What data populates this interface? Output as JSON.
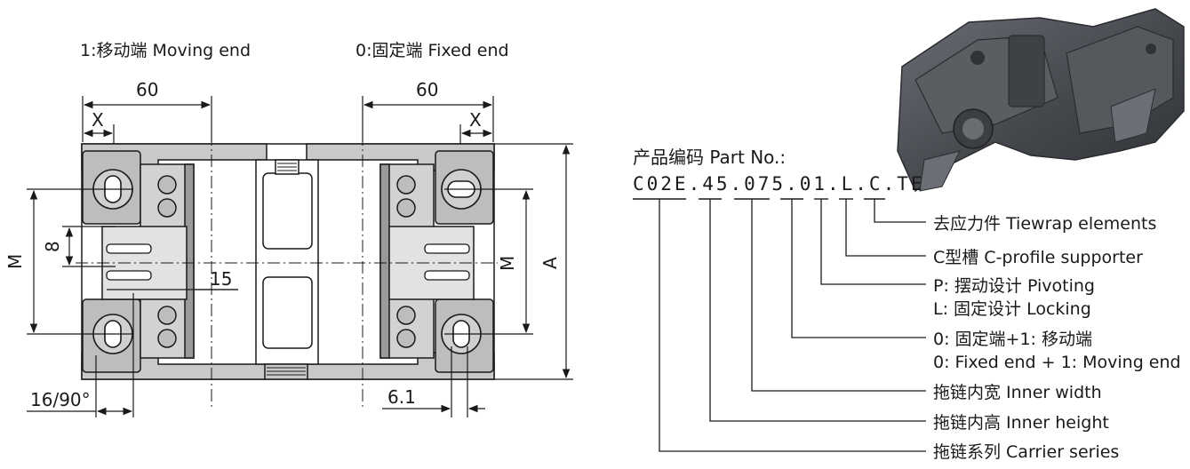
{
  "drawing": {
    "moving_end_label": "1:移动端 Moving end",
    "fixed_end_label": "0:固定端 Fixed end",
    "dim_60_left": "60",
    "dim_60_right": "60",
    "dim_x_left": "X",
    "dim_x_right": "X",
    "dim_m_left": "M",
    "dim_m_right": "M",
    "dim_8": "8",
    "dim_15": "15",
    "dim_a": "A",
    "dim_16_90": "16/90°",
    "dim_6_1": "6.1"
  },
  "part_no": {
    "title": "产品编码 Part No.:",
    "code": "C02E.45.075.01.L.C.TE",
    "callouts": [
      "去应力件 Tiewrap elements",
      "C型槽 C-profile supporter",
      "P: 摆动设计 Pivoting",
      "L: 固定设计 Locking",
      "0: 固定端+1: 移动端",
      "0: Fixed end + 1: Moving end",
      "拖链内宽 Inner width",
      "拖链内高 Inner height",
      "拖链系列 Carrier series"
    ]
  },
  "colors": {
    "part_fill": "#c9c9c9",
    "part_dark": "#9a9a9a",
    "line": "#1a1a1a",
    "photo_body": "#4a4d52"
  }
}
